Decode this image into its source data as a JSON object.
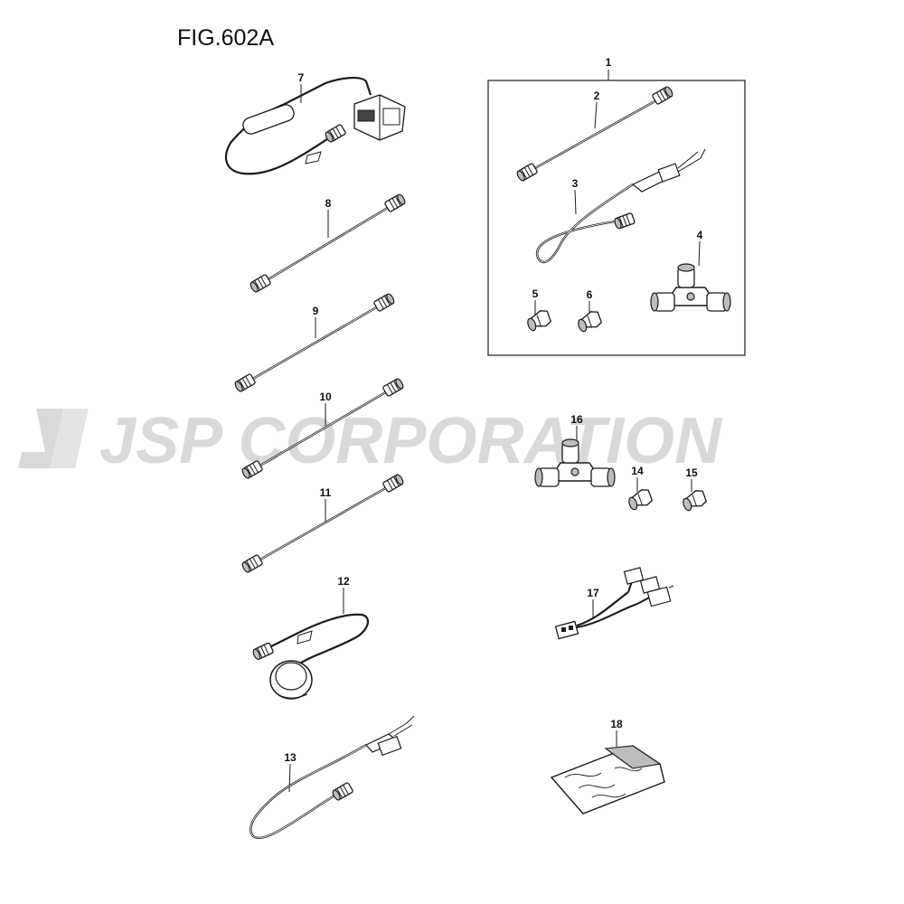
{
  "figure": {
    "title": "FIG.602A"
  },
  "watermark": {
    "text": "JSP CORPORATION",
    "color": "#d9d9d9"
  },
  "colors": {
    "line": "#1a1a1a",
    "part_fill": "#ffffff",
    "part_shade": "#bdbdbd"
  },
  "callouts": {
    "n1": "1",
    "n2": "2",
    "n3": "3",
    "n4": "4",
    "n5": "5",
    "n6": "6",
    "n7": "7",
    "n8": "8",
    "n9": "9",
    "n10": "10",
    "n11": "11",
    "n12": "12",
    "n13": "13",
    "n14": "14",
    "n15": "15",
    "n16": "16",
    "n17": "17",
    "n18": "18"
  }
}
